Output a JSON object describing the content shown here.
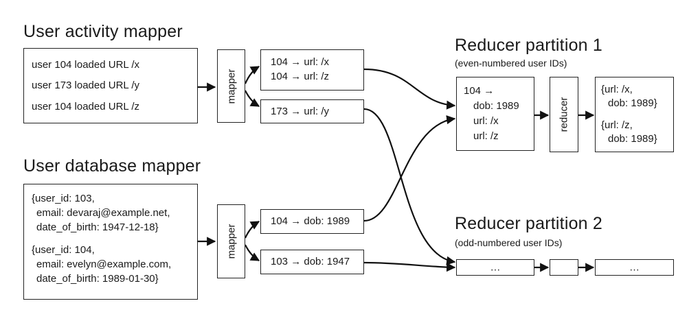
{
  "headings": {
    "activity_mapper": "User activity mapper",
    "database_mapper": "User database mapper",
    "partition1": "Reducer partition 1",
    "partition1_note": "(even-numbered user IDs)",
    "partition2": "Reducer partition 2",
    "partition2_note": "(odd-numbered user IDs)"
  },
  "activity_input": [
    "user 104 loaded URL /x",
    "user 173 loaded URL /y",
    "user 104 loaded URL /z"
  ],
  "database_input": {
    "record1": [
      "{user_id: 103,",
      "email: devaraj@example.net,",
      "date_of_birth: 1947-12-18}"
    ],
    "record2": [
      "{user_id: 104,",
      "email: evelyn@example.com,",
      "date_of_birth: 1989-01-30}"
    ]
  },
  "mapper_label": "mapper",
  "reducer_label": "reducer",
  "activity_output": {
    "even": [
      "104 → url: /x",
      "104 → url: /z"
    ],
    "odd": [
      "173 → url: /y"
    ]
  },
  "database_output": {
    "even": [
      "104 → dob: 1989"
    ],
    "odd": [
      "103 → dob: 1947"
    ]
  },
  "partition1": {
    "reducer_input": [
      "104 →",
      "dob: 1989",
      "url: /x",
      "url: /z"
    ],
    "output": {
      "record1": [
        "{url: /x,",
        "dob: 1989}"
      ],
      "record2": [
        "{url: /z,",
        "dob: 1989}"
      ]
    }
  },
  "partition2": {
    "placeholder": "…"
  }
}
